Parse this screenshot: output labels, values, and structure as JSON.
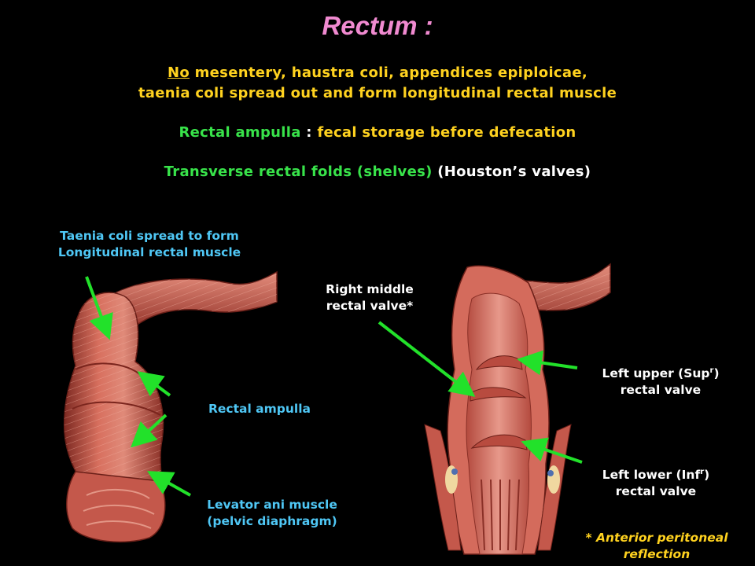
{
  "title": "Rectum :",
  "header": {
    "line1_no": "No",
    "line1_rest": " mesentery, haustra coli, appendices epiploicae,",
    "line2": "taenia coli spread out and form longitudinal rectal muscle",
    "line3_term": "Rectal ampulla",
    "line3_sep": " : ",
    "line3_rest": "fecal storage before defecation",
    "line4_term": "Transverse rectal folds (shelves)",
    "line4_rest": " (Houston’s valves)"
  },
  "labels": {
    "taenia_1": "Taenia coli spread to form",
    "taenia_2": "Longitudinal rectal muscle",
    "ampulla": "Rectal ampulla",
    "levator_1": "Levator ani muscle",
    "levator_2": "(pelvic diaphragm)",
    "right_middle_1": "Right middle",
    "right_middle_2": "rectal valve*",
    "left_upper_1": "Left upper (Sup",
    "left_upper_sup": "r",
    "left_upper_close": ")",
    "left_upper_2": "rectal valve",
    "left_lower_1": "Left lower (Inf",
    "left_lower_sup": "r",
    "left_lower_close": ")",
    "left_lower_2": "rectal valve",
    "footnote_1": "* Anterior peritoneal",
    "footnote_2": "reflection"
  },
  "colors": {
    "title": "#f08ad0",
    "text_yellow": "#ffd21f",
    "text_green": "#38e34a",
    "text_cyan": "#4fc7f5",
    "arrow": "#22e12a",
    "muscle": "#c9564a"
  }
}
